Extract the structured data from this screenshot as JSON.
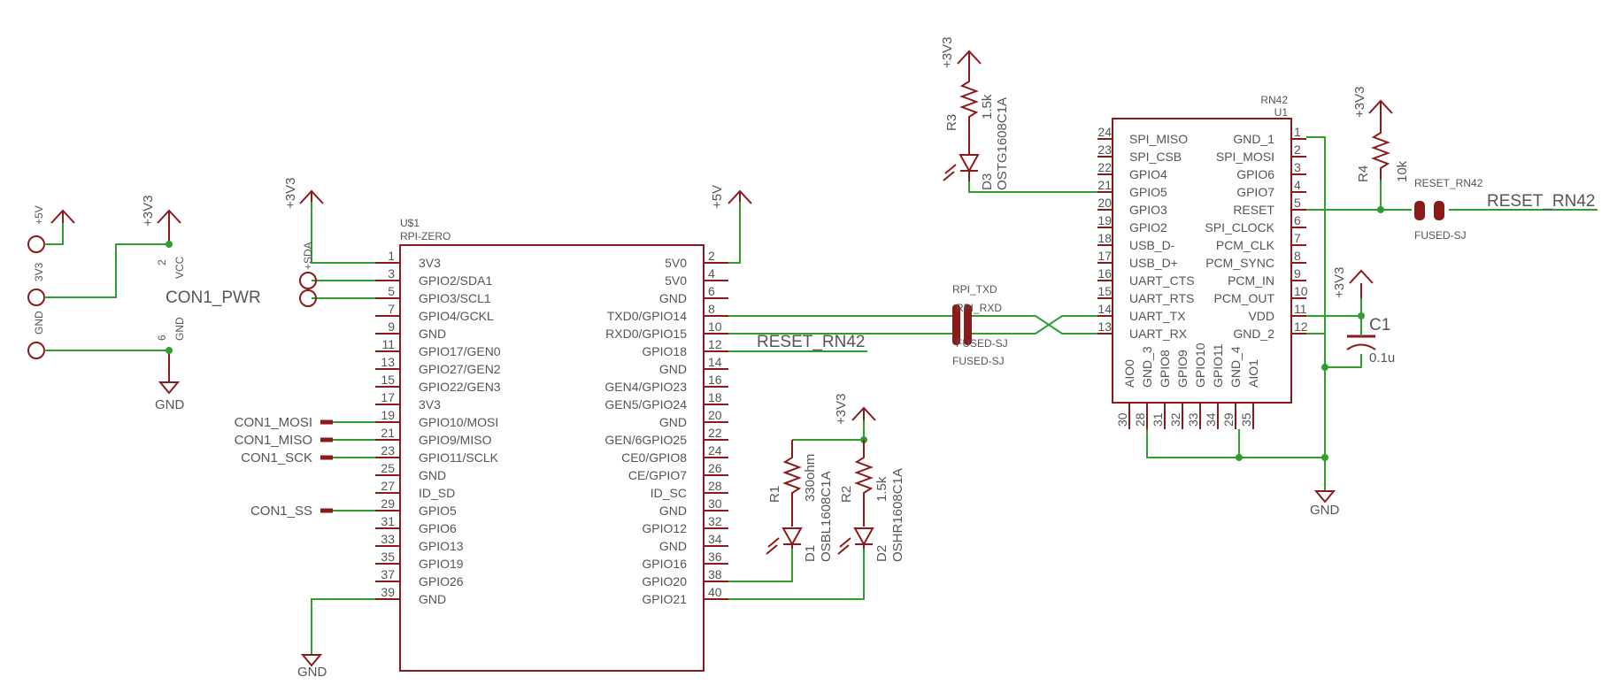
{
  "u1": {
    "name": "U$1",
    "value": "RPI-ZERO",
    "left_pins": [
      {
        "num": "1",
        "name": "3V3"
      },
      {
        "num": "3",
        "name": "GPIO2/SDA1"
      },
      {
        "num": "5",
        "name": "GPIO3/SCL1"
      },
      {
        "num": "7",
        "name": "GPIO4/GCKL"
      },
      {
        "num": "9",
        "name": "GND"
      },
      {
        "num": "11",
        "name": "GPIO17/GEN0"
      },
      {
        "num": "13",
        "name": "GPIO27/GEN2"
      },
      {
        "num": "15",
        "name": "GPIO22/GEN3"
      },
      {
        "num": "17",
        "name": "3V3"
      },
      {
        "num": "19",
        "name": "GPIO10/MOSI"
      },
      {
        "num": "21",
        "name": "GPIO9/MISO"
      },
      {
        "num": "23",
        "name": "GPIO11/SCLK"
      },
      {
        "num": "25",
        "name": "GND"
      },
      {
        "num": "27",
        "name": "ID_SD"
      },
      {
        "num": "29",
        "name": "GPIO5"
      },
      {
        "num": "31",
        "name": "GPIO6"
      },
      {
        "num": "33",
        "name": "GPIO13"
      },
      {
        "num": "35",
        "name": "GPIO19"
      },
      {
        "num": "37",
        "name": "GPIO26"
      },
      {
        "num": "39",
        "name": "GND"
      }
    ],
    "right_pins": [
      {
        "num": "2",
        "name": "5V0"
      },
      {
        "num": "4",
        "name": "5V0"
      },
      {
        "num": "6",
        "name": "GND"
      },
      {
        "num": "8",
        "name": "TXD0/GPIO14"
      },
      {
        "num": "10",
        "name": "RXD0/GPIO15"
      },
      {
        "num": "12",
        "name": "GPIO18"
      },
      {
        "num": "14",
        "name": "GND"
      },
      {
        "num": "16",
        "name": "GEN4/GPIO23"
      },
      {
        "num": "18",
        "name": "GEN5/GPIO24"
      },
      {
        "num": "20",
        "name": "GND"
      },
      {
        "num": "22",
        "name": "GEN/6GPIO25"
      },
      {
        "num": "24",
        "name": "CE0/GPIO8"
      },
      {
        "num": "26",
        "name": "CE/GPIO7"
      },
      {
        "num": "28",
        "name": "ID_SC"
      },
      {
        "num": "30",
        "name": "GND"
      },
      {
        "num": "32",
        "name": "GPIO12"
      },
      {
        "num": "34",
        "name": "GND"
      },
      {
        "num": "36",
        "name": "GPIO16"
      },
      {
        "num": "38",
        "name": "GPIO20"
      },
      {
        "num": "40",
        "name": "GPIO21"
      }
    ]
  },
  "u2": {
    "value": "RN42",
    "name": "U1",
    "left_pins": [
      {
        "num": "24",
        "name": "SPI_MISO"
      },
      {
        "num": "23",
        "name": "SPI_CSB"
      },
      {
        "num": "22",
        "name": "GPIO4"
      },
      {
        "num": "21",
        "name": "GPIO5"
      },
      {
        "num": "20",
        "name": "GPIO3"
      },
      {
        "num": "19",
        "name": "GPIO2"
      },
      {
        "num": "18",
        "name": "USB_D-"
      },
      {
        "num": "17",
        "name": "USB_D+"
      },
      {
        "num": "16",
        "name": "UART_CTS"
      },
      {
        "num": "15",
        "name": "UART_RTS"
      },
      {
        "num": "14",
        "name": "UART_TX"
      },
      {
        "num": "13",
        "name": "UART_RX"
      }
    ],
    "right_pins": [
      {
        "num": "1",
        "name": "GND_1"
      },
      {
        "num": "2",
        "name": "SPI_MOSI"
      },
      {
        "num": "3",
        "name": "GPIO6"
      },
      {
        "num": "4",
        "name": "GPIO7"
      },
      {
        "num": "5",
        "name": "RESET"
      },
      {
        "num": "6",
        "name": "SPI_CLOCK"
      },
      {
        "num": "7",
        "name": "PCM_CLK"
      },
      {
        "num": "8",
        "name": "PCM_SYNC"
      },
      {
        "num": "9",
        "name": "PCM_IN"
      },
      {
        "num": "10",
        "name": "PCM_OUT"
      },
      {
        "num": "11",
        "name": "VDD"
      },
      {
        "num": "12",
        "name": "GND_2"
      }
    ],
    "bottom_pins": [
      {
        "num": "30",
        "name": "AIO0"
      },
      {
        "num": "28",
        "name": "GND_3"
      },
      {
        "num": "31",
        "name": "GPIO8"
      },
      {
        "num": "32",
        "name": "GPIO9"
      },
      {
        "num": "33",
        "name": "GPIO10"
      },
      {
        "num": "34",
        "name": "GPIO11"
      },
      {
        "num": "29",
        "name": "GND_4"
      },
      {
        "num": "35",
        "name": "AIO1"
      }
    ]
  },
  "power": {
    "p3v3": "+3V3",
    "p5v": "+5V",
    "gnd": "GND"
  },
  "con1": {
    "name": "CON1_PWR",
    "pad_labels": [
      "+5V",
      "3V3",
      "GND"
    ],
    "pin2": "2",
    "pin2_name": "VCC",
    "pin6": "6",
    "pin6_name": "GND",
    "sda_label": "+SDA"
  },
  "con1_signals": [
    "CON1_MOSI",
    "CON1_MISO",
    "CON1_SCK",
    "CON1_SS"
  ],
  "net_reset": "RESET_RN42",
  "jumpers": {
    "tx_name": "RPI_TXD",
    "rx_name": "RPI_RXD",
    "value": "FUSED-SJ",
    "reset_name": "RESET_RN42"
  },
  "r1": {
    "name": "R1",
    "value": "330ohm"
  },
  "r2": {
    "name": "R2",
    "value": "1.5k"
  },
  "r3": {
    "name": "R3",
    "value": "1.5k"
  },
  "r4": {
    "name": "R4",
    "value": "10k"
  },
  "d1": {
    "name": "D1",
    "value": "OSBL1608C1A"
  },
  "d2": {
    "name": "D2",
    "value": "OSHR1608C1A"
  },
  "d3": {
    "name": "D3",
    "value": "OSTG1608C1A"
  },
  "c1": {
    "name": "C1",
    "value": "0.1u"
  }
}
